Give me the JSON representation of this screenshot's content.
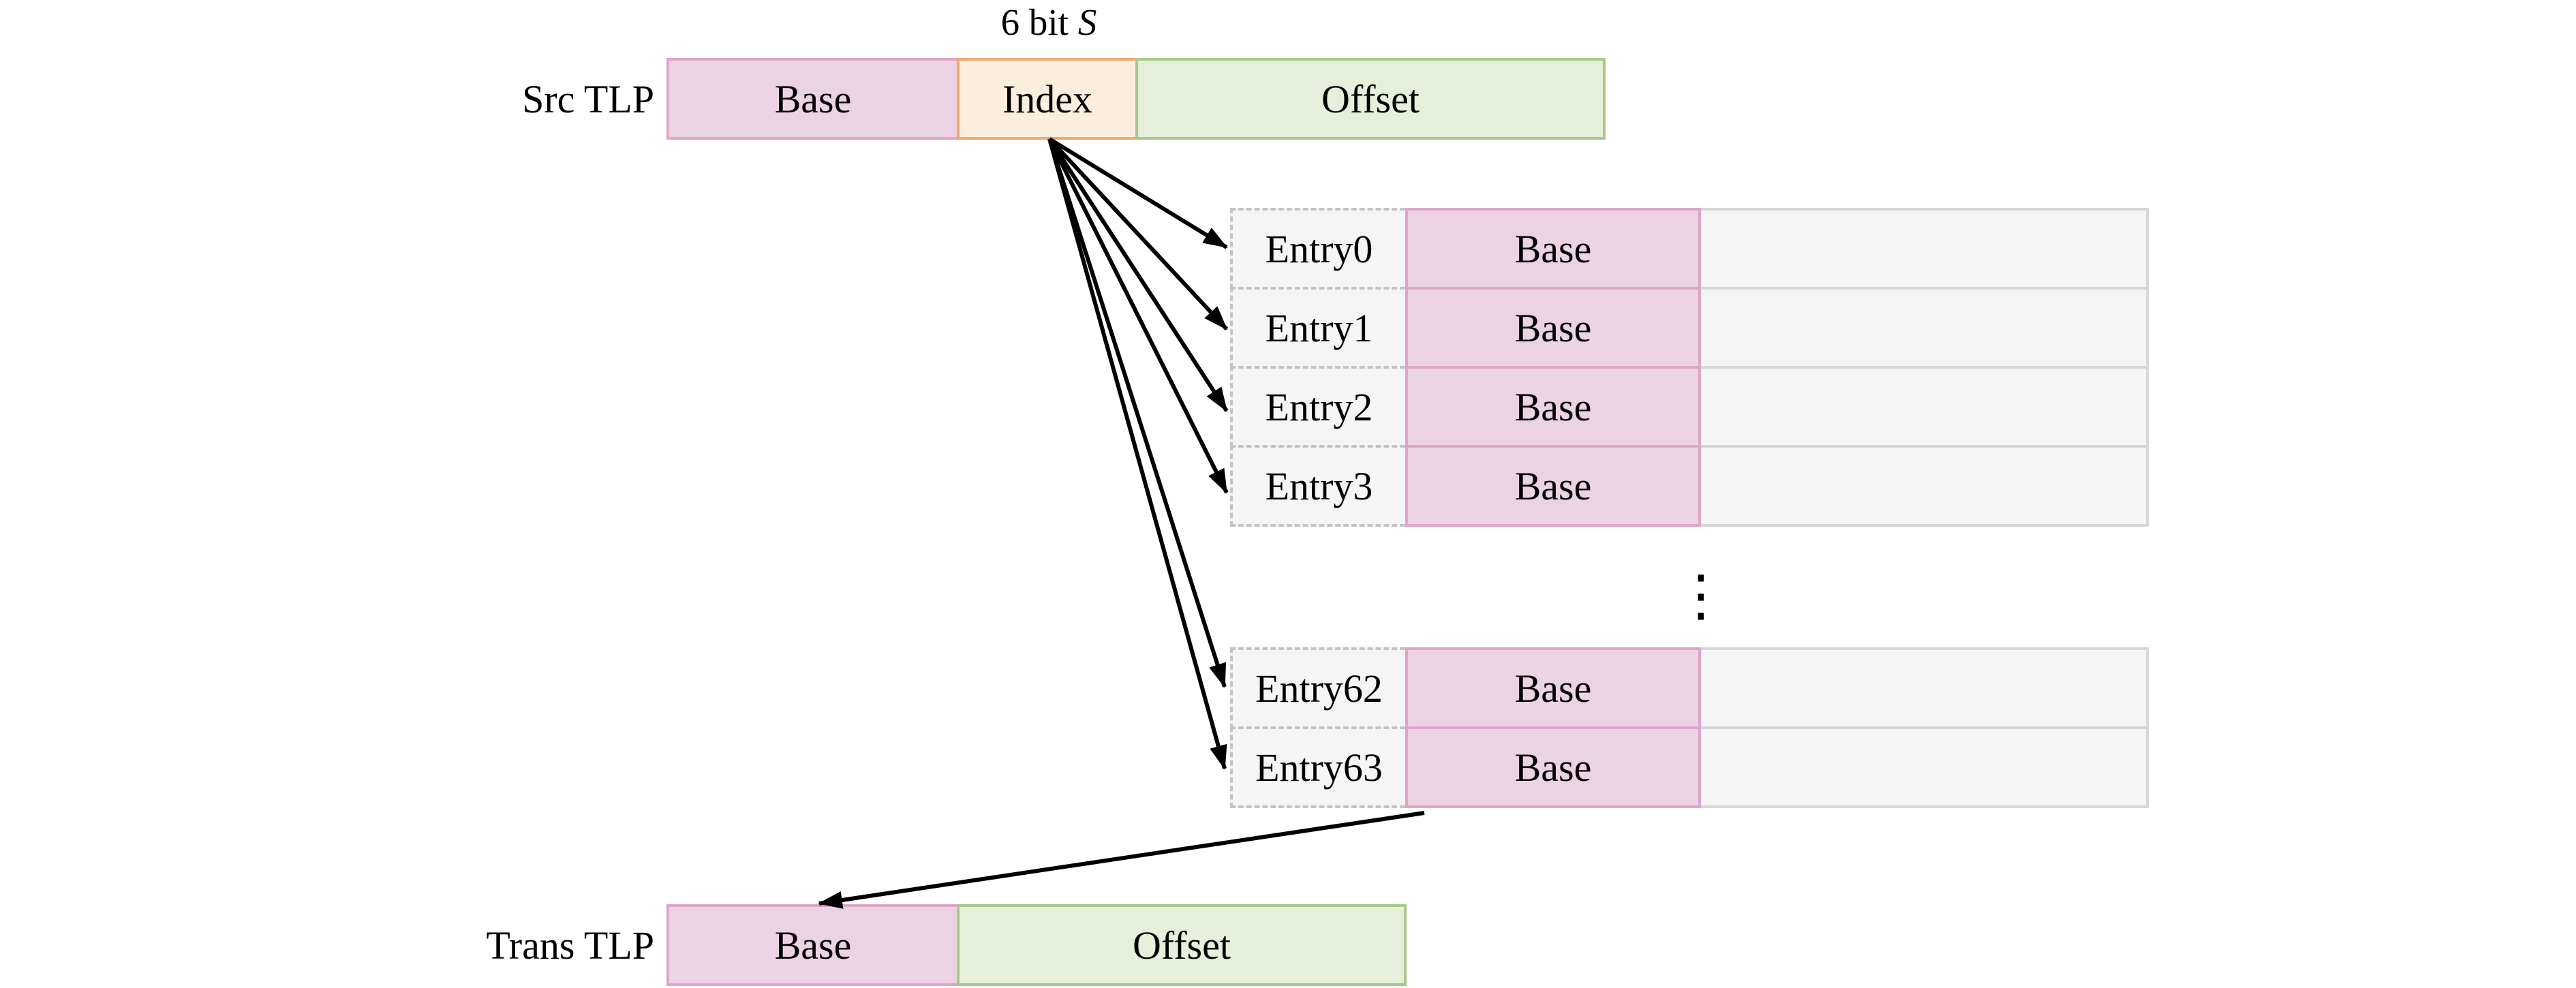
{
  "six_bit_label": {
    "prefix": "6 bit",
    "variable": "S"
  },
  "src_tlp": {
    "label": "Src TLP",
    "fields": [
      {
        "name": "base",
        "label": "Base"
      },
      {
        "name": "index",
        "label": "Index"
      },
      {
        "name": "offset",
        "label": "Offset"
      }
    ]
  },
  "mapping_table": {
    "upper_rows": [
      {
        "entry": "Entry0",
        "base": "Base",
        "value": ""
      },
      {
        "entry": "Entry1",
        "base": "Base",
        "value": ""
      },
      {
        "entry": "Entry2",
        "base": "Base",
        "value": ""
      },
      {
        "entry": "Entry3",
        "base": "Base",
        "value": ""
      }
    ],
    "ellipsis": "⋮",
    "lower_rows": [
      {
        "entry": "Entry62",
        "base": "Base",
        "value": ""
      },
      {
        "entry": "Entry63",
        "base": "Base",
        "value": ""
      }
    ]
  },
  "trans_tlp": {
    "label": "Trans TLP",
    "fields": [
      {
        "name": "base",
        "label": "Base"
      },
      {
        "name": "offset",
        "label": "Offset"
      }
    ]
  },
  "colors": {
    "base_fill": "#ecd3e4",
    "base_border": "#dea5ca",
    "index_fill": "#faeedc",
    "index_border": "#f0a873",
    "offset_fill": "#e5efda",
    "offset_border": "#a8c98b",
    "cell_fill": "#f5f5f5",
    "cell_border": "#d6d6d6",
    "dashed_border": "#c4c4c4",
    "arrow": "#000000"
  }
}
